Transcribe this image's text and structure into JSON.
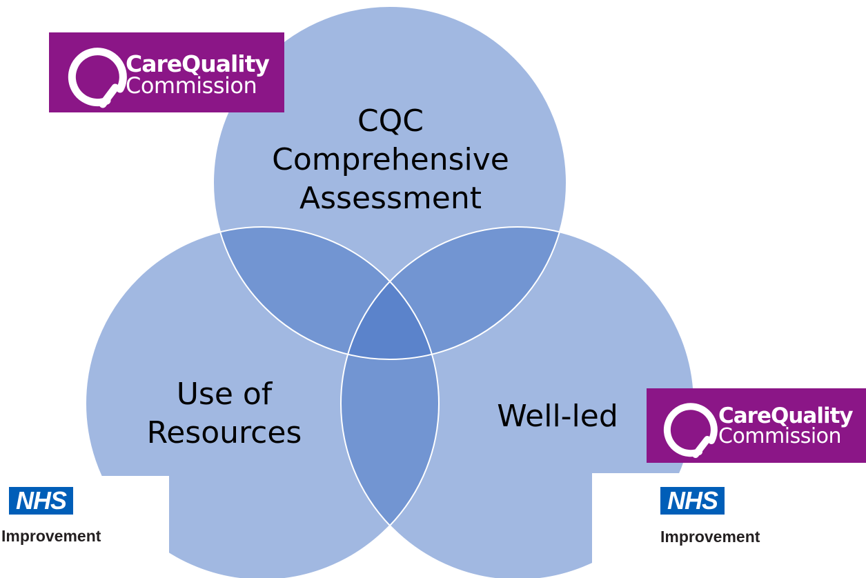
{
  "venn": {
    "sets": [
      {
        "label_lines": [
          "CQC",
          "Comprehensive",
          "Assessment"
        ]
      },
      {
        "label_lines": [
          "Use of",
          "Resources"
        ]
      },
      {
        "label_lines": [
          "Well-led"
        ]
      }
    ],
    "colors": {
      "circle_fill": "#4472c4",
      "circle_opacity": 0.5,
      "outline": "#ffffff"
    }
  },
  "logos": {
    "cqc": {
      "line1": "CareQuality",
      "line2": "Commission",
      "background": "#8b1687"
    },
    "nhs": {
      "mark": "NHS",
      "subtitle": "Improvement",
      "background": "#005eb8"
    }
  }
}
